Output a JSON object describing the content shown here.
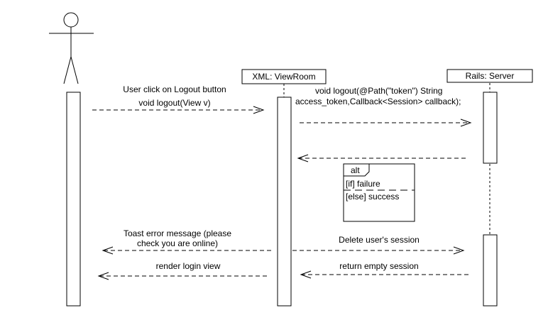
{
  "participants": {
    "viewroom": "XML: ViewRoom",
    "server": "Rails: Server"
  },
  "messages": {
    "m1_line1": "User click on Logout button",
    "m1_line2": "void logout(View v)",
    "m2_line1": "void logout(@Path(\"token\") String",
    "m2_line2": "access_token,Callback<Session> callback);",
    "m3_line1": "Toast error message (please",
    "m3_line2": "check you are online)",
    "m4": "Delete  user's session",
    "m5": "render login view",
    "m6": "return empty session"
  },
  "alt_fragment": {
    "operator": "alt",
    "guard_if": "[if] failure",
    "guard_else": "[else] success"
  },
  "colors": {
    "line": "#000000",
    "background": "#ffffff"
  }
}
